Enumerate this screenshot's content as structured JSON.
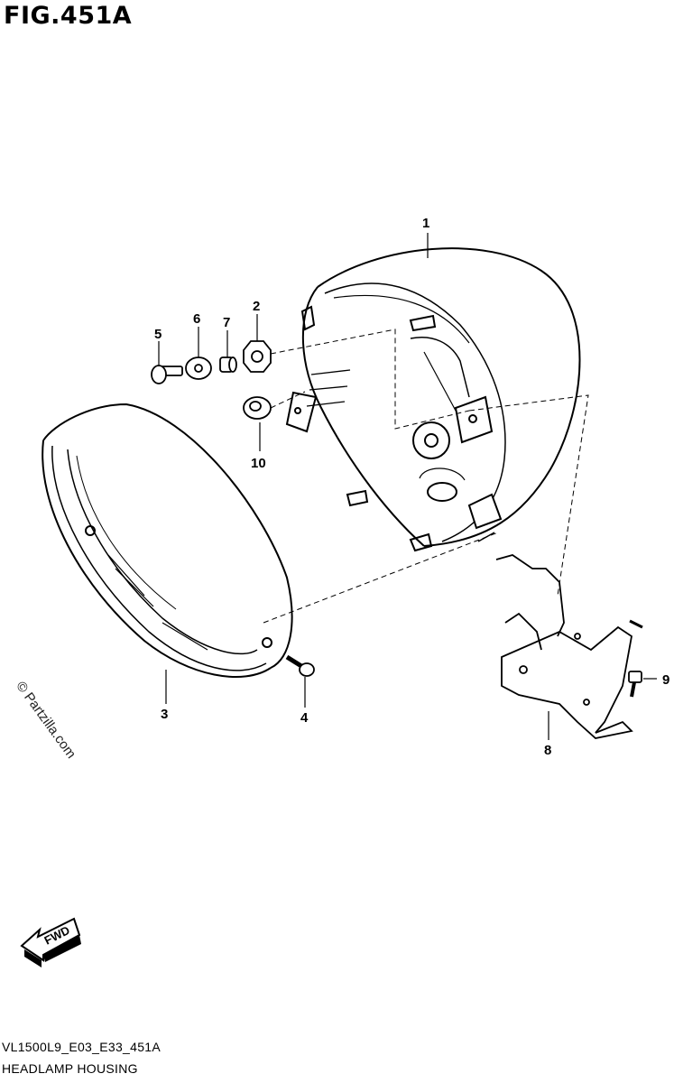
{
  "figure": {
    "title": "FIG.451A"
  },
  "watermark": "© Partzilla.com",
  "footer": {
    "code": "VL1500L9_E03_E33_451A",
    "name": "HEADLAMP HOUSING"
  },
  "fwd_badge": "FWD",
  "callouts": {
    "c1": "1",
    "c2": "2",
    "c3": "3",
    "c4": "4",
    "c5": "5",
    "c6": "6",
    "c7": "7",
    "c8": "8",
    "c9": "9",
    "c10": "10"
  }
}
